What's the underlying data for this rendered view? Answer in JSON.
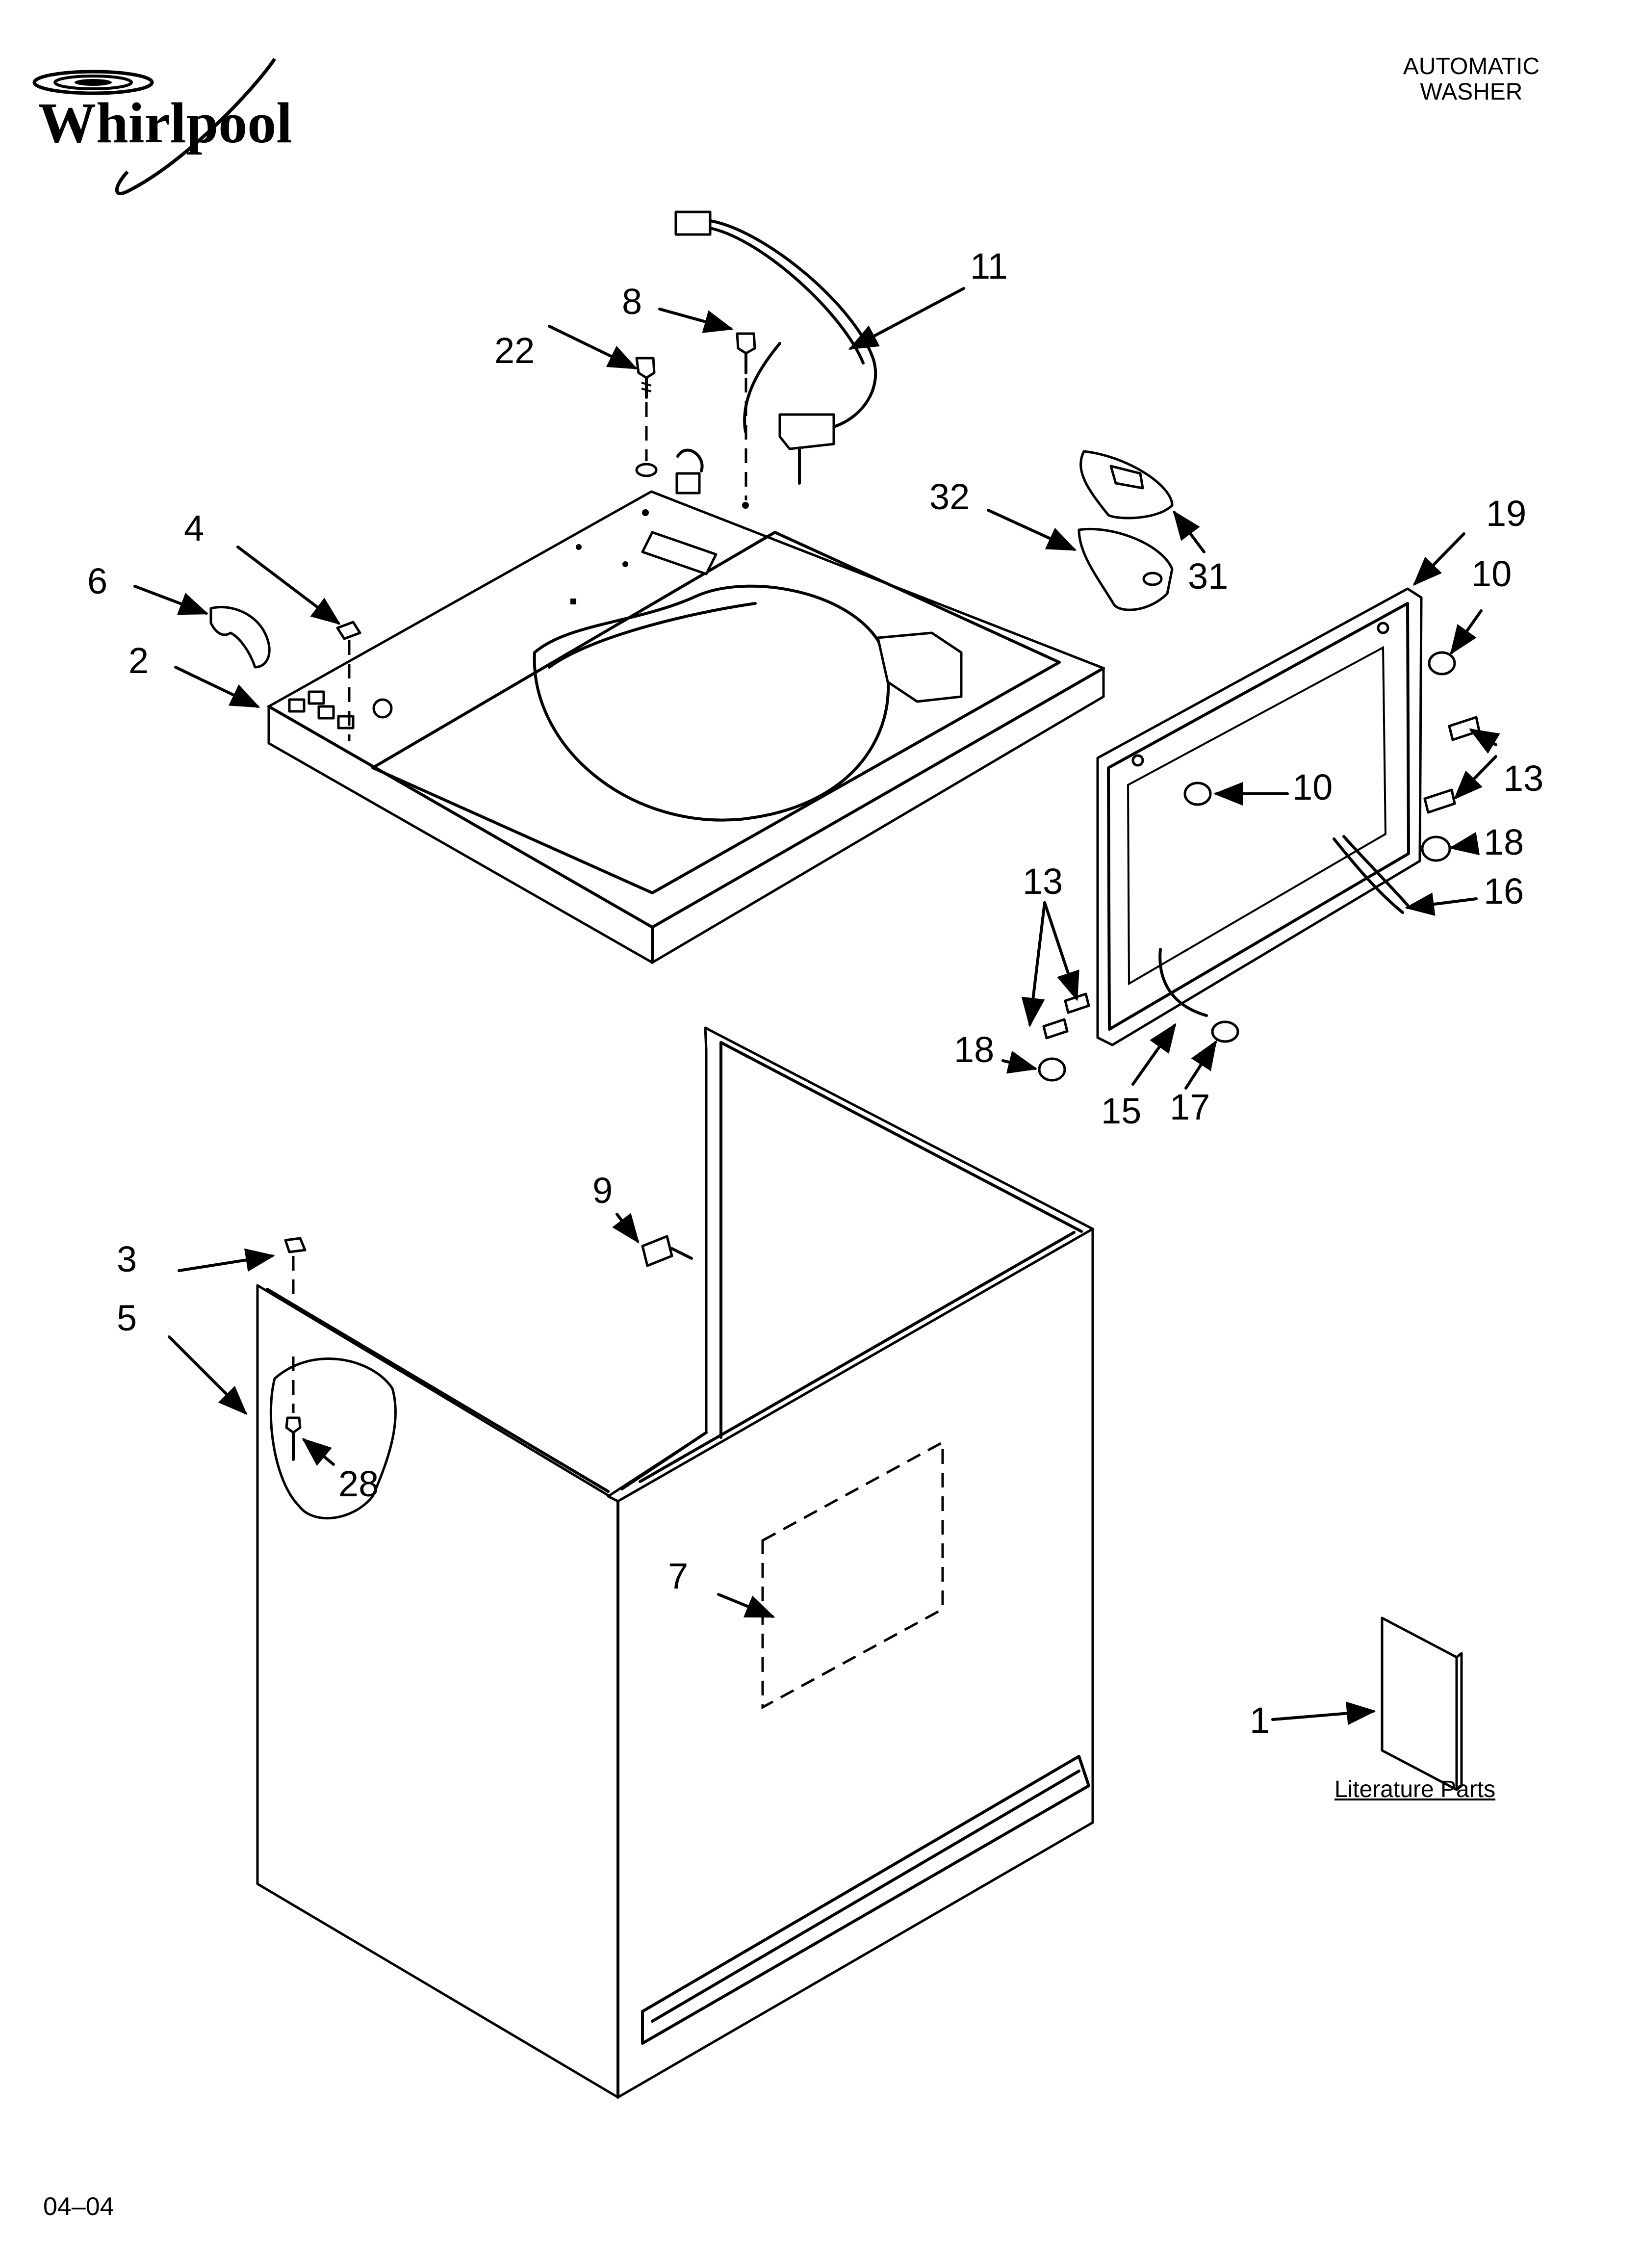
{
  "logo": {
    "text": "Whirlpool"
  },
  "header": {
    "line1": "AUTOMATIC",
    "line2": "WASHER"
  },
  "footer": {
    "code": "04–04"
  },
  "literature": {
    "label": "Literature Parts"
  },
  "callouts": {
    "c1": "1",
    "c2": "2",
    "c3": "3",
    "c4": "4",
    "c5": "5",
    "c6": "6",
    "c7": "7",
    "c8": "8",
    "c9": "9",
    "c10a": "10",
    "c10b": "10",
    "c11": "11",
    "c13a": "13",
    "c13b": "13",
    "c15": "15",
    "c16": "16",
    "c17": "17",
    "c18a": "18",
    "c18b": "18",
    "c19": "19",
    "c22": "22",
    "c28": "28",
    "c31": "31",
    "c32": "32"
  }
}
